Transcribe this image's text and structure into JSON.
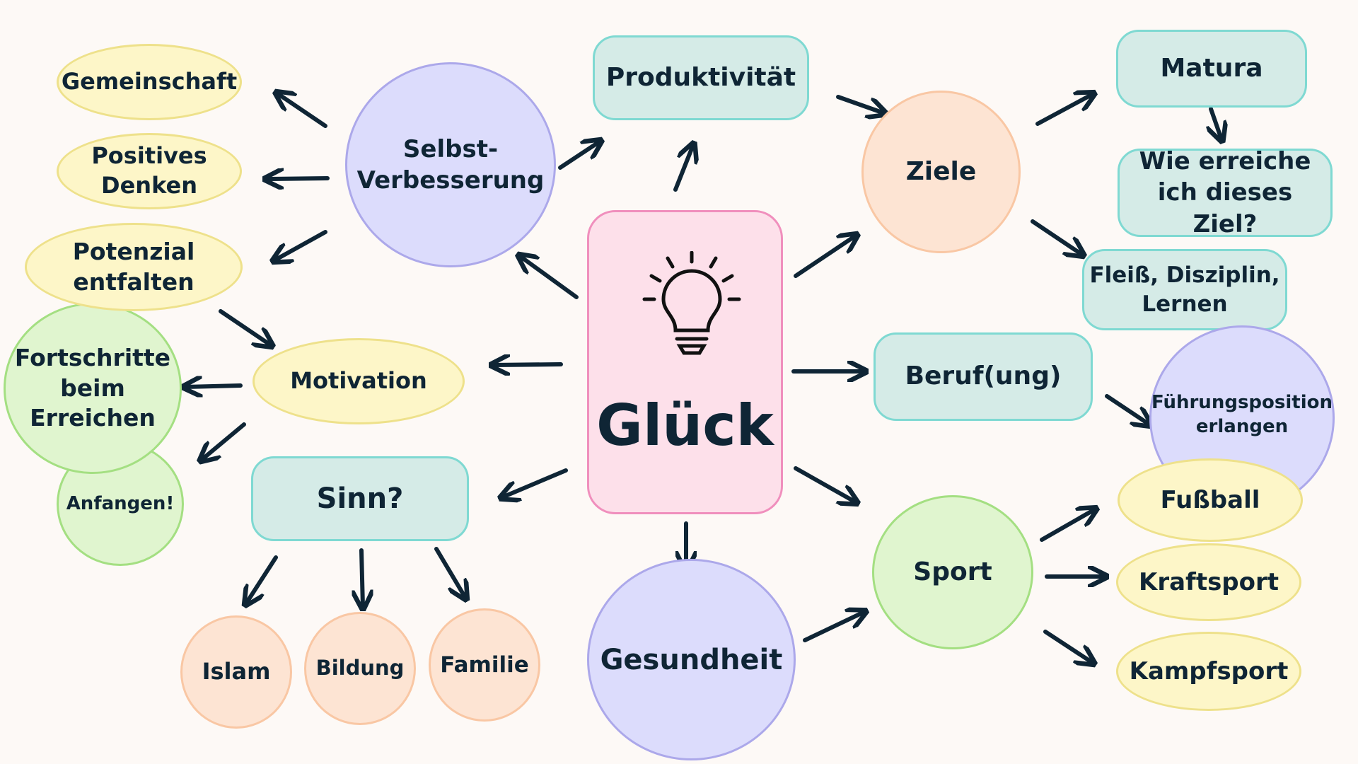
{
  "center": {
    "label": "Glück",
    "icon": "lightbulb-icon"
  },
  "nodes": {
    "selbstverbesserung": "Selbst-\nVerbesserung",
    "produktivitaet": "Produktivität",
    "ziele": "Ziele",
    "matura": "Matura",
    "wie_erreiche": "Wie erreiche\nich dieses Ziel?",
    "fleiss": "Fleiß, Disziplin,\nLernen",
    "beruf": "Beruf(ung)",
    "fuehrung": "Führungsposition\nerlangen",
    "fussball": "Fußball",
    "kraftsport": "Kraftsport",
    "kampfsport": "Kampfsport",
    "sport": "Sport",
    "gesundheit": "Gesundheit",
    "sinn": "Sinn?",
    "islam": "Islam",
    "bildung": "Bildung",
    "familie": "Familie",
    "motivation": "Motivation",
    "fortschritte": "Fortschritte\nbeim\nErreichen",
    "anfangen": "Anfangen!",
    "gemeinschaft": "Gemeinschaft",
    "positives": "Positives\nDenken",
    "potenzial": "Potenzial\nentfalten"
  },
  "colors": {
    "teal": "#d5ebe7",
    "yellow": "#fdf6c8",
    "purple": "#dcdcfc",
    "peach": "#fde4d3",
    "green": "#e0f5cf",
    "pink": "#fde0ea",
    "arrow": "#0f2535"
  }
}
